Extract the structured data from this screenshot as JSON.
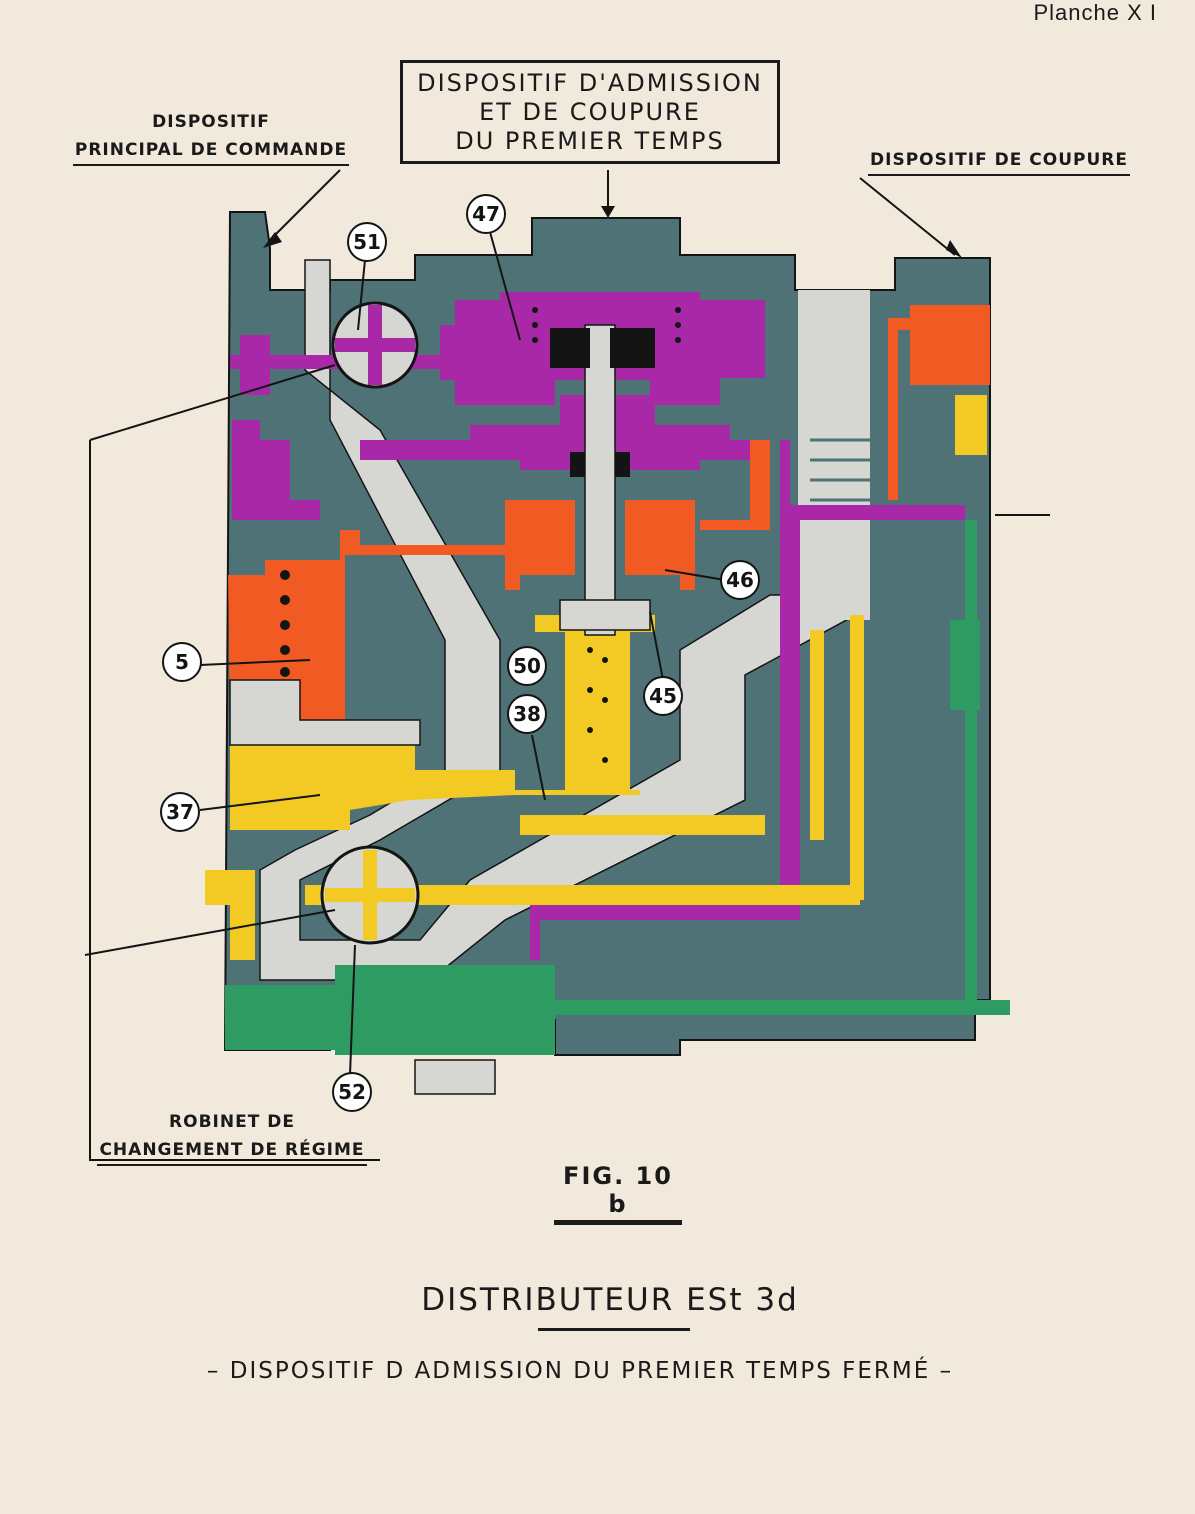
{
  "plate": "Planche X I",
  "callouts": {
    "top_box": [
      "DISPOSITIF D'ADMISSION",
      "ET DE COUPURE",
      "DU PREMIER TEMPS"
    ],
    "left_top": [
      "DISPOSITIF",
      "PRINCIPAL DE COMMANDE"
    ],
    "right_top": "DISPOSITIF DE COUPURE",
    "left_bottom": [
      "ROBINET DE",
      "CHANGEMENT DE RÉGIME"
    ]
  },
  "part_numbers": {
    "p47": "47",
    "p51": "51",
    "p46": "46",
    "p5": "5",
    "p50": "50",
    "p45": "45",
    "p38": "38",
    "p37": "37",
    "p52": "52"
  },
  "figure_label": "FIG. 10 b",
  "title": "DISTRIBUTEUR ESt 3d",
  "subtitle": "– DISPOSITIF D ADMISSION DU PREMIER TEMPS FERMÉ –",
  "colors": {
    "body_grey": "#4f7276",
    "magenta": "#a828a8",
    "orange": "#f25a24",
    "yellow": "#f3c924",
    "green": "#2e9b63",
    "light_grey": "#d2d4d2",
    "black": "#141414"
  }
}
